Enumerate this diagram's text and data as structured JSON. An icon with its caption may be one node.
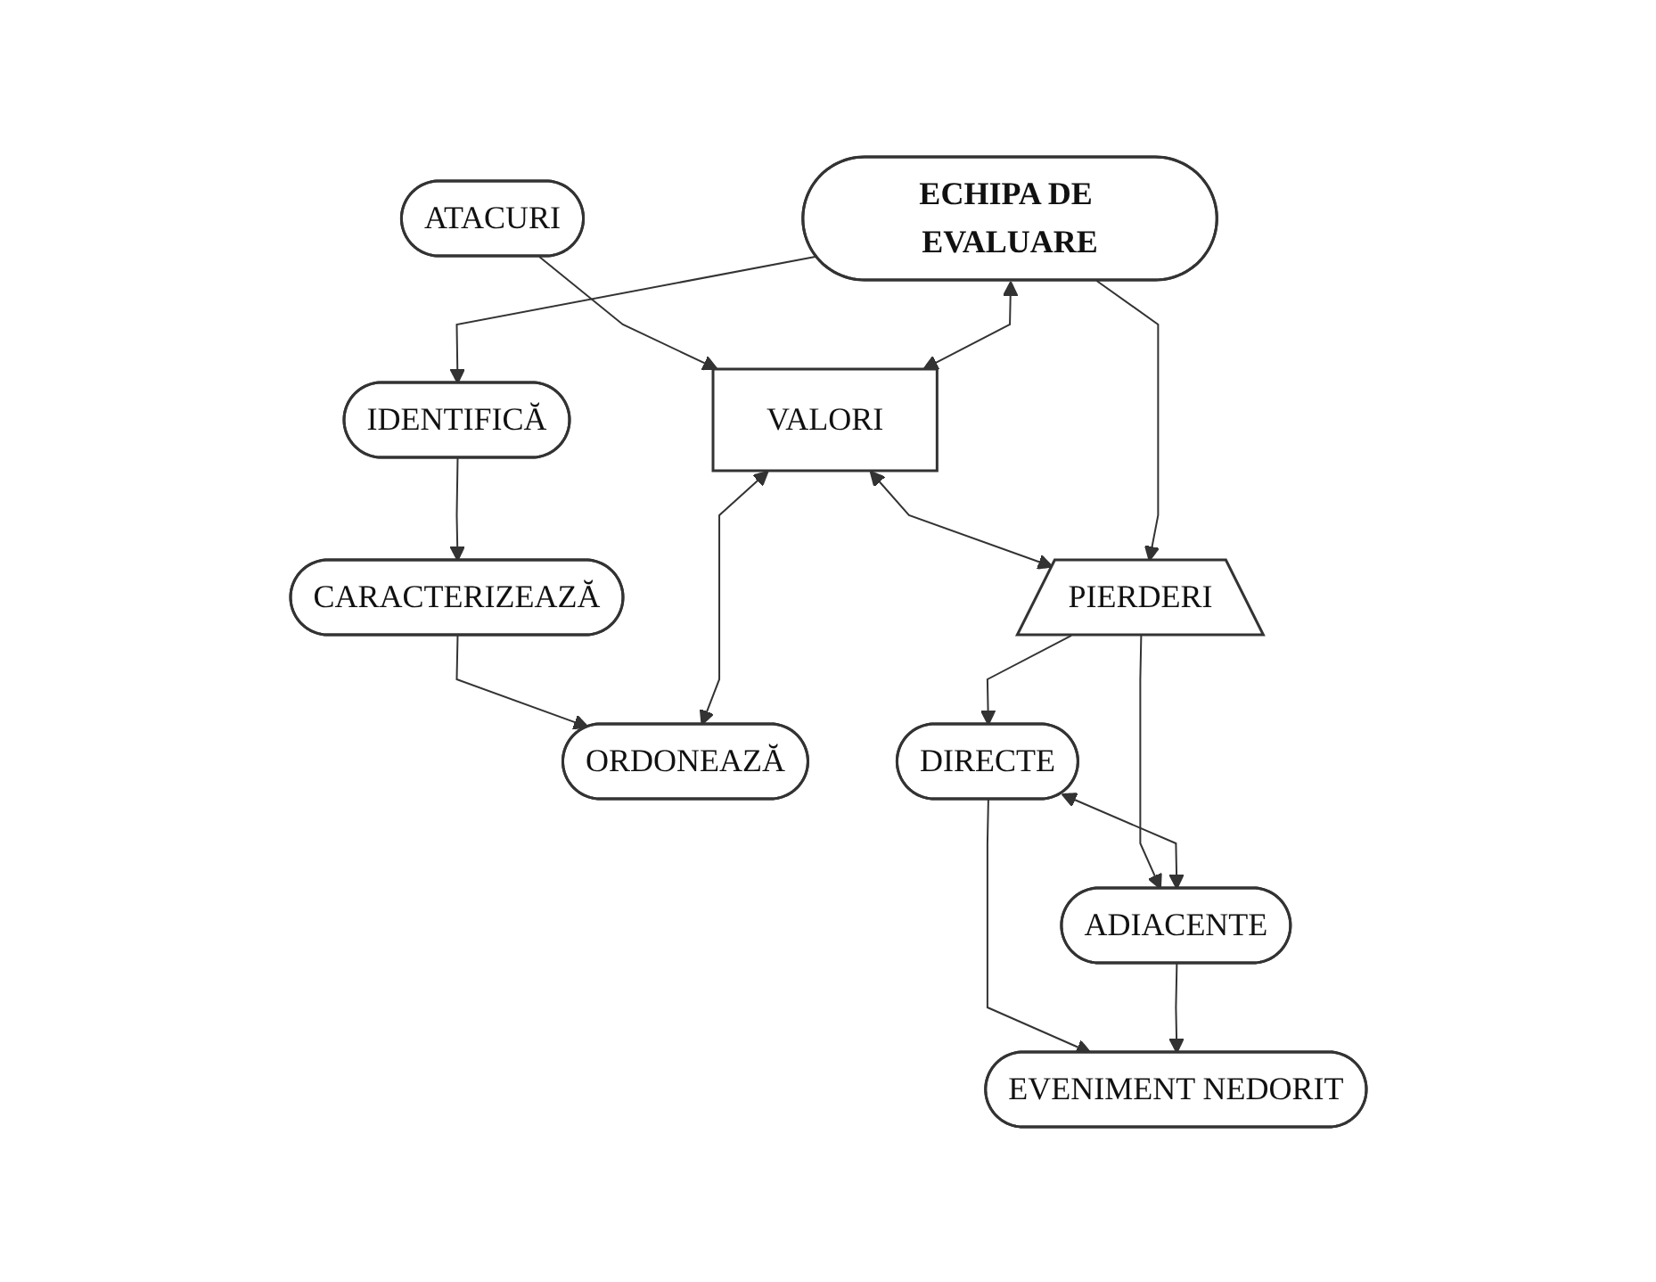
{
  "diagram": {
    "nodes": [
      {
        "text": [
          "IDENTIFICĂ"
        ]
      },
      {
        "text": [
          "CARACTERIZEAZĂ"
        ]
      },
      {
        "text": [
          "ATACURI"
        ]
      },
      {
        "text": [
          "ECHIPA DE EVALUARE"
        ]
      },
      {
        "text": [
          "VALORI"
        ]
      },
      {
        "text": [
          "ORDONEAZĂ"
        ]
      },
      {
        "text": [
          "PIERDERI"
        ]
      },
      {
        "text": [
          "DIRECTE"
        ]
      },
      {
        "text": [
          "ADIACENTE"
        ]
      },
      {
        "text": [
          "EVENIMENT NEDORIT"
        ]
      }
    ],
    "edges": [
      {
        "from": 0,
        "to": 1,
        "arrow": "to"
      },
      {
        "from": 1,
        "to": 5,
        "arrow": "to"
      },
      {
        "from": 3,
        "to": 0,
        "arrow": "to"
      },
      {
        "from": 2,
        "to": 4,
        "arrow": "to"
      },
      {
        "from": 3,
        "to": 4,
        "arrow": "both"
      },
      {
        "from": 4,
        "to": 5,
        "arrow": "both"
      },
      {
        "from": 4,
        "to": 6,
        "arrow": "both"
      },
      {
        "from": 3,
        "to": 6,
        "arrow": "to"
      },
      {
        "from": 6,
        "to": 7,
        "arrow": "to"
      },
      {
        "from": 6,
        "to": 8,
        "arrow": "to"
      },
      {
        "from": 7,
        "to": 8,
        "arrow": "both"
      },
      {
        "from": 7,
        "to": 9,
        "arrow": "to"
      },
      {
        "from": 8,
        "to": 9,
        "arrow": "to"
      }
    ]
  }
}
